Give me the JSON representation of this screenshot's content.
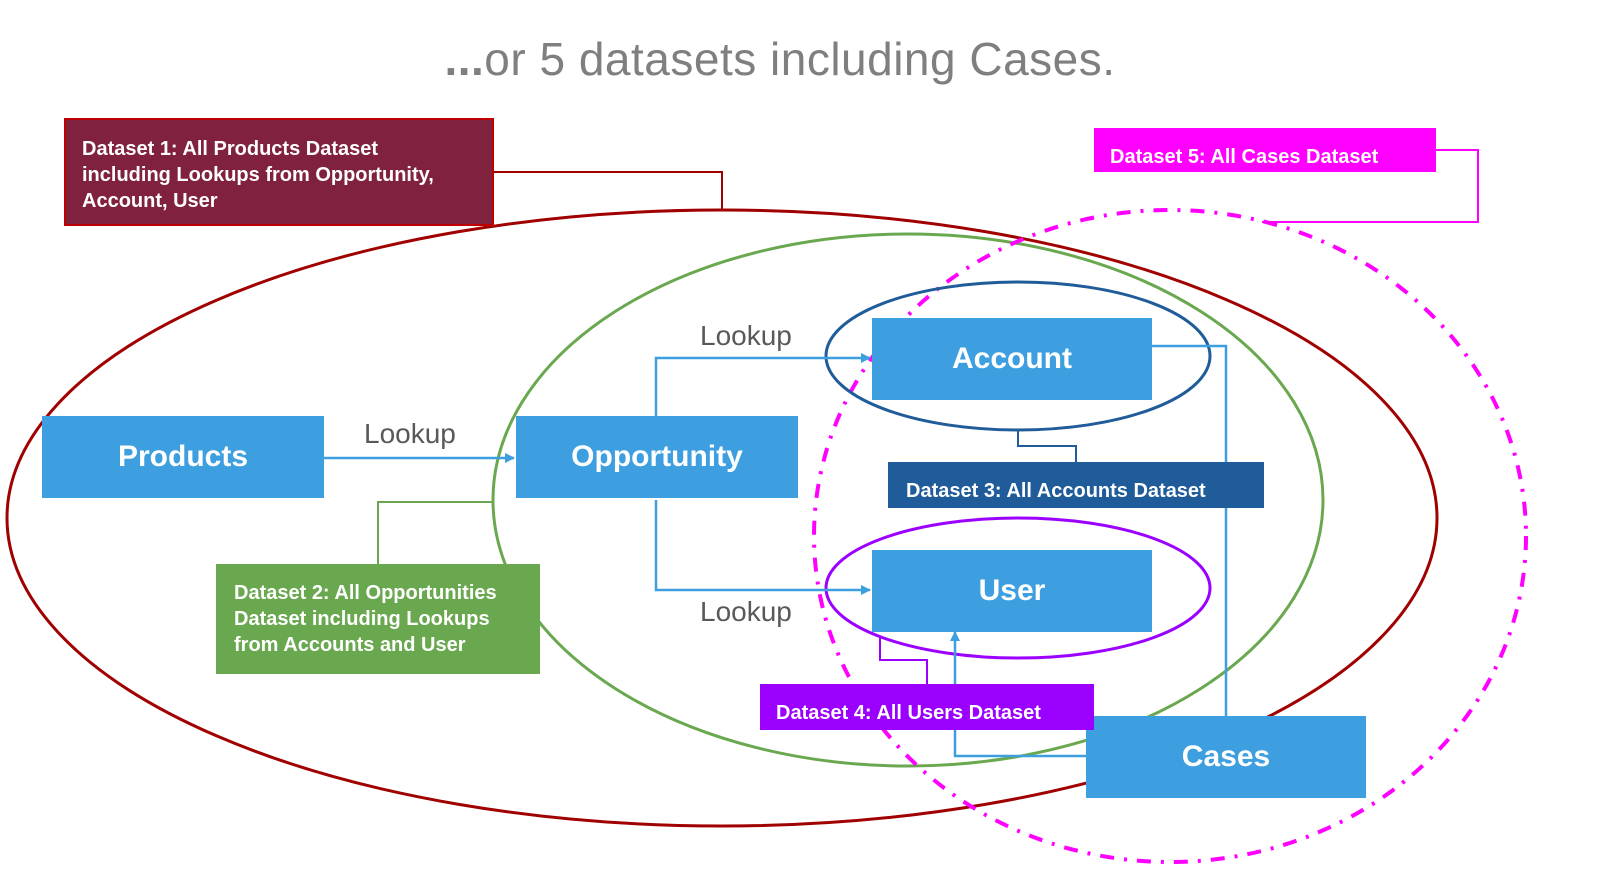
{
  "title": {
    "dots": "...",
    "text": "or 5 datasets including Cases."
  },
  "nodes": {
    "products": "Products",
    "opportunity": "Opportunity",
    "account": "Account",
    "user": "User",
    "cases": "Cases"
  },
  "lookups": {
    "products_to_opportunity": "Lookup",
    "opportunity_to_account": "Lookup",
    "opportunity_to_user": "Lookup"
  },
  "datasets": {
    "d1": "Dataset 1: All Products Dataset\nincluding Lookups from Opportunity,\nAccount, User",
    "d2": "Dataset 2: All Opportunities\nDataset including Lookups\nfrom Accounts and User",
    "d3": "Dataset 3: All Accounts Dataset",
    "d4": "Dataset 4: All Users Dataset",
    "d5": "Dataset 5: All Cases Dataset"
  },
  "colors": {
    "entity": "#3d9fe0",
    "arrow": "#3d9fe0",
    "dataset1": "#80213e",
    "dataset2": "#6aa84f",
    "dataset3": "#1f5c99",
    "dataset4": "#9b00ff",
    "dataset5": "#ff00ff",
    "title": "#7f7f7f"
  }
}
